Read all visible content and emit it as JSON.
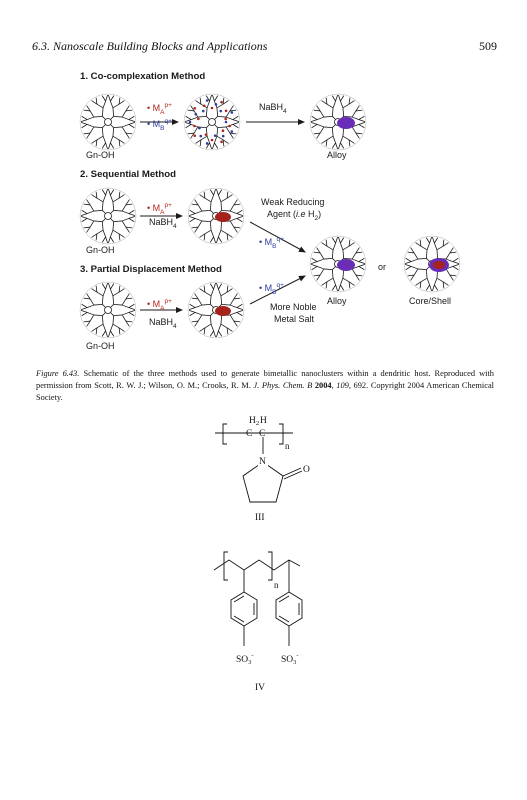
{
  "header": {
    "running_title": "6.3. Nanoscale Building Blocks and Applications",
    "page_number": "509"
  },
  "figure": {
    "method1_title": "1. Co-complexation Method",
    "method2_title": "2. Sequential Method",
    "method3_title": "3. Partial Displacement Method",
    "dendrimer_label": "Gn-OH",
    "ma_prefix": "• M",
    "ma_sub": "A",
    "ma_sup": "p+",
    "mb_prefix": "• M",
    "mb_sub": "B",
    "mb_sup": "q+",
    "nabh4_prefix": "NaBH",
    "nabh4_sub": "4",
    "weak_reducing_line1": "Weak Reducing",
    "weak_reducing_line2_prefix": "Agent (",
    "weak_reducing_line2_italic": "i.e",
    "weak_reducing_line2_mid": " H",
    "weak_reducing_line2_sub": "2",
    "weak_reducing_line2_suffix": ")",
    "more_noble_line1": "More Noble",
    "more_noble_line2": "Metal Salt",
    "alloy_label": "Alloy",
    "or_label": "or",
    "core_shell_label": "Core/Shell"
  },
  "caption": {
    "label": "Figure 6.43.",
    "text1": "  Schematic of the three methods used to generate bimetallic nanoclusters within a dendritic host. Reproduced with permission from Scott, R. W. J.; Wilson, O. M.; Crooks, R. M. ",
    "journal": "J. Phys. Chem. B",
    "year": "2004",
    "volume": "109",
    "rest": ", 692. Copyright 2004 American Chemical Society."
  },
  "structure3": {
    "h2": "H",
    "h2_sub": "2",
    "c1": "C",
    "h": "H",
    "c2": "C",
    "n_repeat": "n",
    "nitrogen": "N",
    "oxygen": "O",
    "label": "III"
  },
  "structure4": {
    "n_repeat": "n",
    "so3_left": "SO",
    "so3_left_sub": "3",
    "so3_left_sup": "-",
    "so3_right": "SO",
    "so3_right_sub": "3",
    "so3_right_sup": "-",
    "label": "IV"
  },
  "colors": {
    "metal_a": "#b3261e",
    "metal_b": "#2e3c9e",
    "alloy_particle": "#6a2db8",
    "core_particle": "#a5231b",
    "text": "#1a1a1a"
  }
}
